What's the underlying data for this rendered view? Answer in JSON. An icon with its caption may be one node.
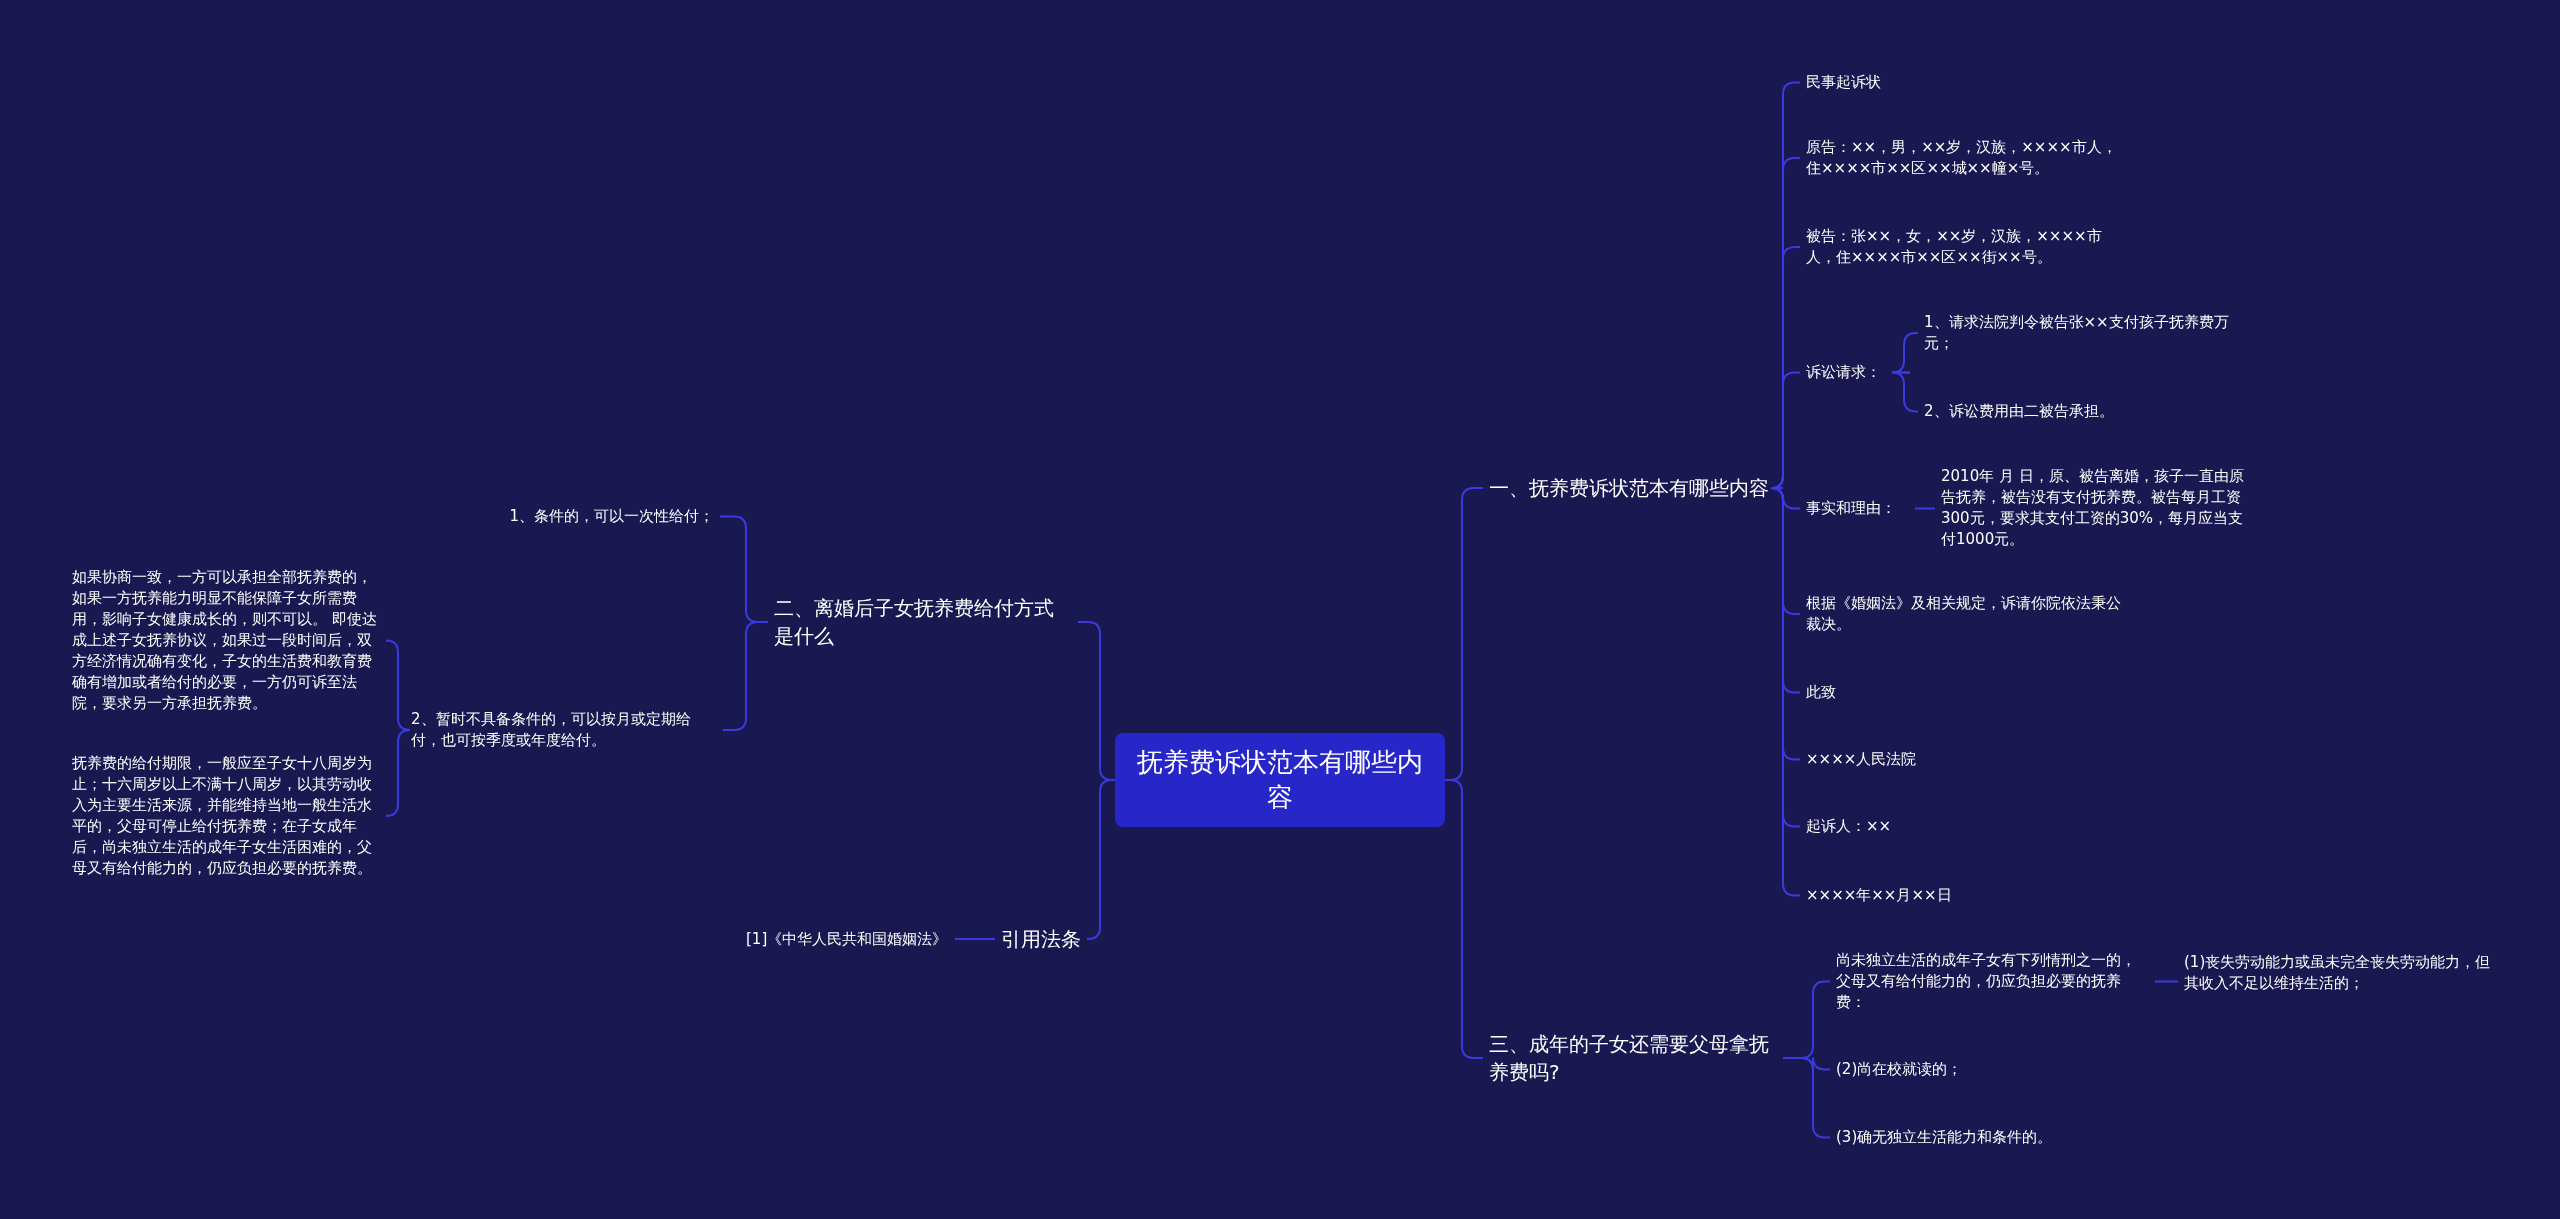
{
  "diagram": {
    "nodes": [
      {
        "text": [
          "抚养费诉状范本有哪些内容"
        ]
      },
      {
        "text": [
          "一、抚养费诉状范本有哪些内容"
        ]
      },
      {
        "text": [
          "民事起诉状"
        ]
      },
      {
        "text": [
          "原告：××，男，××岁，汉族，××××市人，住××××市××区××城××幢×号。"
        ]
      },
      {
        "text": [
          "被告：张××，女，××岁，汉族，××××市人，住××××市××区××街××号。"
        ]
      },
      {
        "text": [
          "诉讼请求："
        ]
      },
      {
        "text": [
          "1、请求法院判令被告张××支付孩子抚养费万元；"
        ]
      },
      {
        "text": [
          "2、诉讼费用由二被告承担。"
        ]
      },
      {
        "text": [
          "事实和理由："
        ]
      },
      {
        "text": [
          "2010年 月 日，原、被告离婚，孩子一直由原告抚养，被告没有支付抚养费。被告每月工资300元，要求其支付工资的30%，每月应当支付1000元。"
        ]
      },
      {
        "text": [
          "根据《婚姻法》及相关规定，诉请你院依法秉公裁决。"
        ]
      },
      {
        "text": [
          "此致"
        ]
      },
      {
        "text": [
          "××××人民法院"
        ]
      },
      {
        "text": [
          "起诉人：××"
        ]
      },
      {
        "text": [
          "××××年××月××日"
        ]
      },
      {
        "text": [
          "三、成年的子女还需要父母拿抚养费吗?"
        ]
      },
      {
        "text": [
          "尚未独立生活的成年子女有下列情刑之一的，父母又有给付能力的，仍应负担必要的抚养费："
        ]
      },
      {
        "text": [
          "(1)丧失劳动能力或虽未完全丧失劳动能力，但其收入不足以维持生活的；"
        ]
      },
      {
        "text": [
          "(2)尚在校就读的；"
        ]
      },
      {
        "text": [
          "(3)确无独立生活能力和条件的。"
        ]
      },
      {
        "text": [
          "二、离婚后子女抚养费给付方式是什么"
        ]
      },
      {
        "text": [
          "1、条件的，可以一次性给付；"
        ]
      },
      {
        "text": [
          "2、暂时不具备条件的，可以按月或定期给付，也可按季度或年度给付。"
        ]
      },
      {
        "text": [
          "如果协商一致，一方可以承担全部抚养费的，如果一方抚养能力明显不能保障子女所需费用，影响子女健康成长的，则不可以。 即使达成上述子女抚养协议，如果过一段时间后，双方经济情况确有变化，子女的生活费和教育费确有增加或者给付的必要，一方仍可诉至法院，要求另一方承担抚养费。"
        ]
      },
      {
        "text": [
          "抚养费的给付期限，一般应至子女十八周岁为止；十六周岁以上不满十八周岁，以其劳动收入为主要生活来源，并能维持当地一般生活水平的，父母可停止给付抚养费；在子女成年后，尚未独立生活的成年子女生活困难的，父母又有给付能力的，仍应负担必要的抚养费。"
        ]
      },
      {
        "text": [
          "引用法条"
        ]
      },
      {
        "text": [
          "[1]《中华人民共和国婚姻法》"
        ]
      }
    ],
    "edges": [
      {
        "from": 0,
        "to": 1,
        "arrow": "none"
      },
      {
        "from": 1,
        "to": 2,
        "arrow": "none"
      },
      {
        "from": 1,
        "to": 3,
        "arrow": "none"
      },
      {
        "from": 1,
        "to": 4,
        "arrow": "none"
      },
      {
        "from": 1,
        "to": 5,
        "arrow": "none"
      },
      {
        "from": 5,
        "to": 6,
        "arrow": "none"
      },
      {
        "from": 5,
        "to": 7,
        "arrow": "none"
      },
      {
        "from": 1,
        "to": 8,
        "arrow": "none"
      },
      {
        "from": 8,
        "to": 9,
        "arrow": "none"
      },
      {
        "from": 1,
        "to": 10,
        "arrow": "none"
      },
      {
        "from": 1,
        "to": 11,
        "arrow": "none"
      },
      {
        "from": 1,
        "to": 12,
        "arrow": "none"
      },
      {
        "from": 1,
        "to": 13,
        "arrow": "none"
      },
      {
        "from": 1,
        "to": 14,
        "arrow": "none"
      },
      {
        "from": 0,
        "to": 15,
        "arrow": "none"
      },
      {
        "from": 15,
        "to": 16,
        "arrow": "none"
      },
      {
        "from": 16,
        "to": 17,
        "arrow": "none"
      },
      {
        "from": 15,
        "to": 18,
        "arrow": "none"
      },
      {
        "from": 15,
        "to": 19,
        "arrow": "none"
      },
      {
        "from": 0,
        "to": 20,
        "arrow": "none"
      },
      {
        "from": 20,
        "to": 21,
        "arrow": "none"
      },
      {
        "from": 20,
        "to": 22,
        "arrow": "none"
      },
      {
        "from": 22,
        "to": 23,
        "arrow": "none"
      },
      {
        "from": 22,
        "to": 24,
        "arrow": "none"
      },
      {
        "from": 0,
        "to": 25,
        "arrow": "none"
      },
      {
        "from": 25,
        "to": 26,
        "arrow": "none"
      }
    ]
  }
}
